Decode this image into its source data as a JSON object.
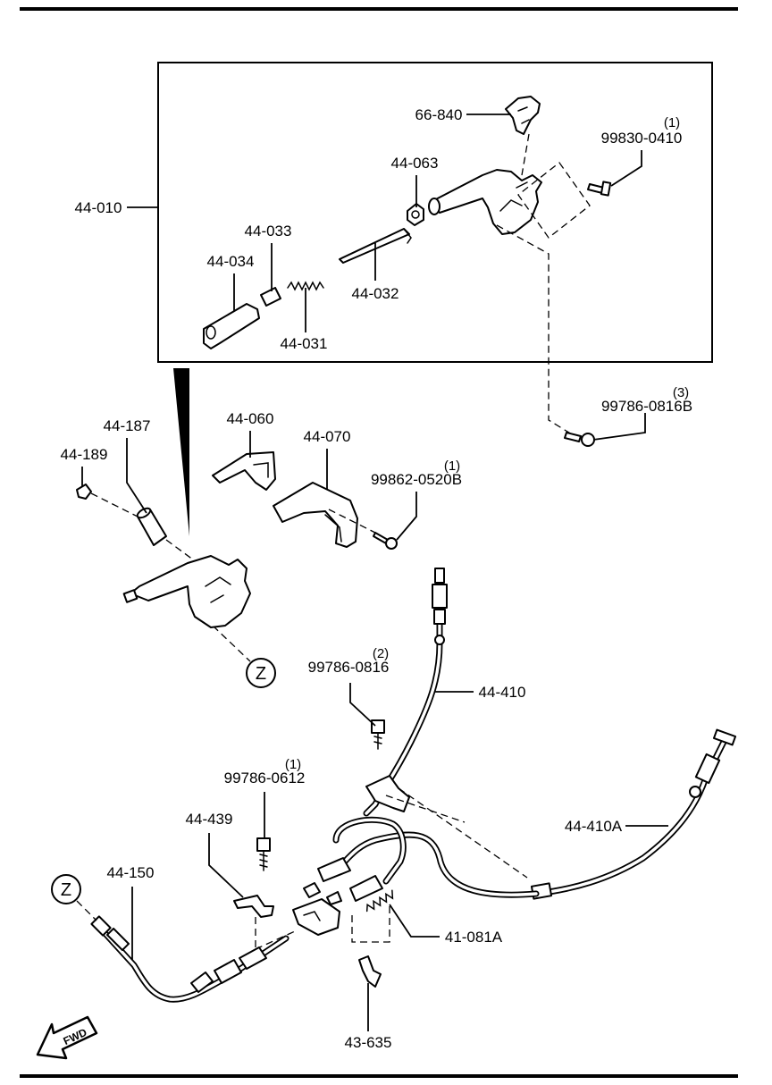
{
  "callouts": {
    "p44_010": "44-010",
    "p66_840": "66-840",
    "p99830_0410": "99830-0410",
    "q99830_0410": "(1)",
    "p44_063": "44-063",
    "p44_033": "44-033",
    "p44_034": "44-034",
    "p44_032": "44-032",
    "p44_031": "44-031",
    "p99786_0816b": "99786-0816B",
    "q99786_0816b": "(3)",
    "p44_060": "44-060",
    "p44_070": "44-070",
    "p44_187": "44-187",
    "p44_189": "44-189",
    "p99862_0520b": "99862-0520B",
    "q99862_0520b": "(1)",
    "p99786_0816": "99786-0816",
    "q99786_0816": "(2)",
    "p44_410": "44-410",
    "p99786_0612": "99786-0612",
    "q99786_0612": "(1)",
    "p44_439": "44-439",
    "p44_410a": "44-410A",
    "p44_150": "44-150",
    "p41_081a": "41-081A",
    "p43_635": "43-635"
  },
  "markers": {
    "z_upper": "Z",
    "z_lower": "Z",
    "fwd": "FWD"
  },
  "icons": {
    "fwd_arrow": "fwd-arrow-icon"
  }
}
